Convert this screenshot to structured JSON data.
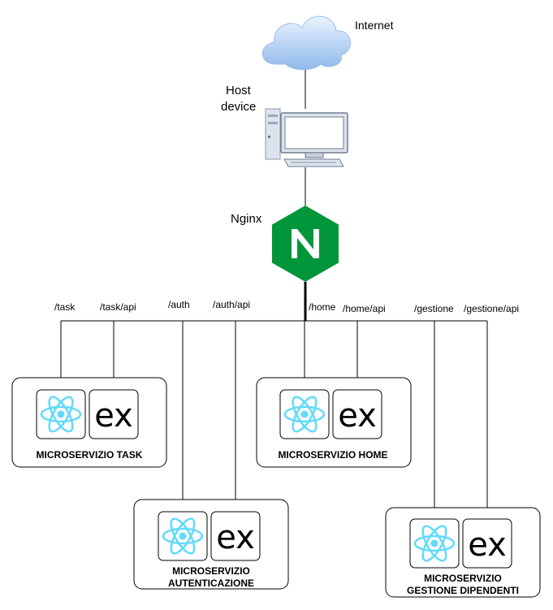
{
  "internet": {
    "label": "Internet"
  },
  "host": {
    "label_line1": "Host",
    "label_line2": "device"
  },
  "nginx": {
    "label": "Nginx",
    "logo_letter": "N",
    "color": "#009639"
  },
  "routes": {
    "task": "/task",
    "task_api": "/task/api",
    "auth": "/auth",
    "auth_api": "/auth/api",
    "home": "/home",
    "home_api": "/home/api",
    "gestione": "/gestione",
    "gestione_api": "/gestione/api"
  },
  "services": {
    "task": {
      "title": "MICROSERVIZIO TASK",
      "icons": [
        "react-icon",
        "express-icon"
      ]
    },
    "home": {
      "title": "MICROSERVIZIO HOME",
      "icons": [
        "react-icon",
        "express-icon"
      ]
    },
    "auth": {
      "title_line1": "MICROSERVIZIO",
      "title_line2": "AUTENTICAZIONE",
      "icons": [
        "react-icon",
        "express-icon"
      ]
    },
    "gestione": {
      "title_line1": "MICROSERVIZIO",
      "title_line2": "GESTIONE DIPENDENTI",
      "icons": [
        "react-icon",
        "express-icon"
      ]
    }
  },
  "express_logo_text": "ex",
  "colors": {
    "react": "#61dafb",
    "line": "#000000",
    "cloud": "#a8c8f0"
  }
}
